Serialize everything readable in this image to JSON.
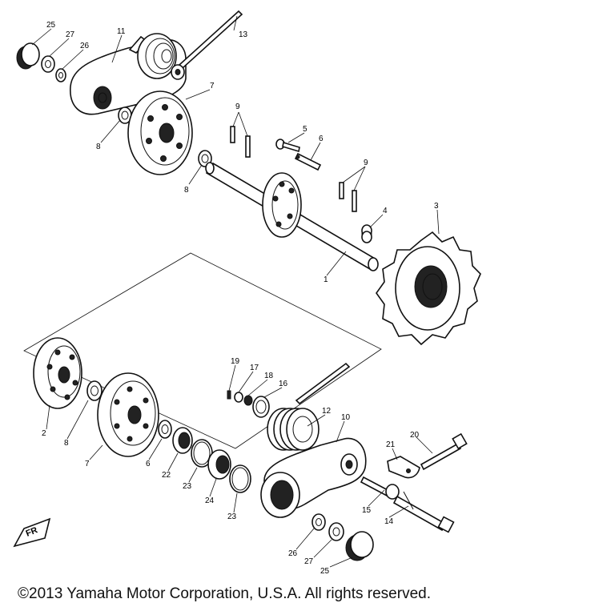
{
  "callouts": [
    {
      "id": "c25a",
      "text": "25"
    },
    {
      "id": "c27a",
      "text": "27"
    },
    {
      "id": "c26a",
      "text": "26"
    },
    {
      "id": "c11",
      "text": "11"
    },
    {
      "id": "c13",
      "text": "13"
    },
    {
      "id": "c7a",
      "text": "7"
    },
    {
      "id": "c8a",
      "text": "8"
    },
    {
      "id": "c8b",
      "text": "8"
    },
    {
      "id": "c9a",
      "text": "9"
    },
    {
      "id": "c5",
      "text": "5"
    },
    {
      "id": "c6",
      "text": "6"
    },
    {
      "id": "c9b",
      "text": "9"
    },
    {
      "id": "c4",
      "text": "4"
    },
    {
      "id": "c3",
      "text": "3"
    },
    {
      "id": "c1",
      "text": "1"
    },
    {
      "id": "c2",
      "text": "2"
    },
    {
      "id": "c8c",
      "text": "8"
    },
    {
      "id": "c7b",
      "text": "7"
    },
    {
      "id": "c6b",
      "text": "6"
    },
    {
      "id": "c22",
      "text": "22"
    },
    {
      "id": "c23a",
      "text": "23"
    },
    {
      "id": "c24",
      "text": "24"
    },
    {
      "id": "c23b",
      "text": "23"
    },
    {
      "id": "c19",
      "text": "19"
    },
    {
      "id": "c17",
      "text": "17"
    },
    {
      "id": "c18",
      "text": "18"
    },
    {
      "id": "c16",
      "text": "16"
    },
    {
      "id": "c12",
      "text": "12"
    },
    {
      "id": "c10",
      "text": "10"
    },
    {
      "id": "c20",
      "text": "20"
    },
    {
      "id": "c21",
      "text": "21"
    },
    {
      "id": "c15",
      "text": "15"
    },
    {
      "id": "c14",
      "text": "14"
    },
    {
      "id": "c26b",
      "text": "26"
    },
    {
      "id": "c27b",
      "text": "27"
    },
    {
      "id": "c25b",
      "text": "25"
    }
  ],
  "fr_label": "FR",
  "copyright": "©2013 Yamaha Motor Corporation, U.S.A. All rights reserved."
}
